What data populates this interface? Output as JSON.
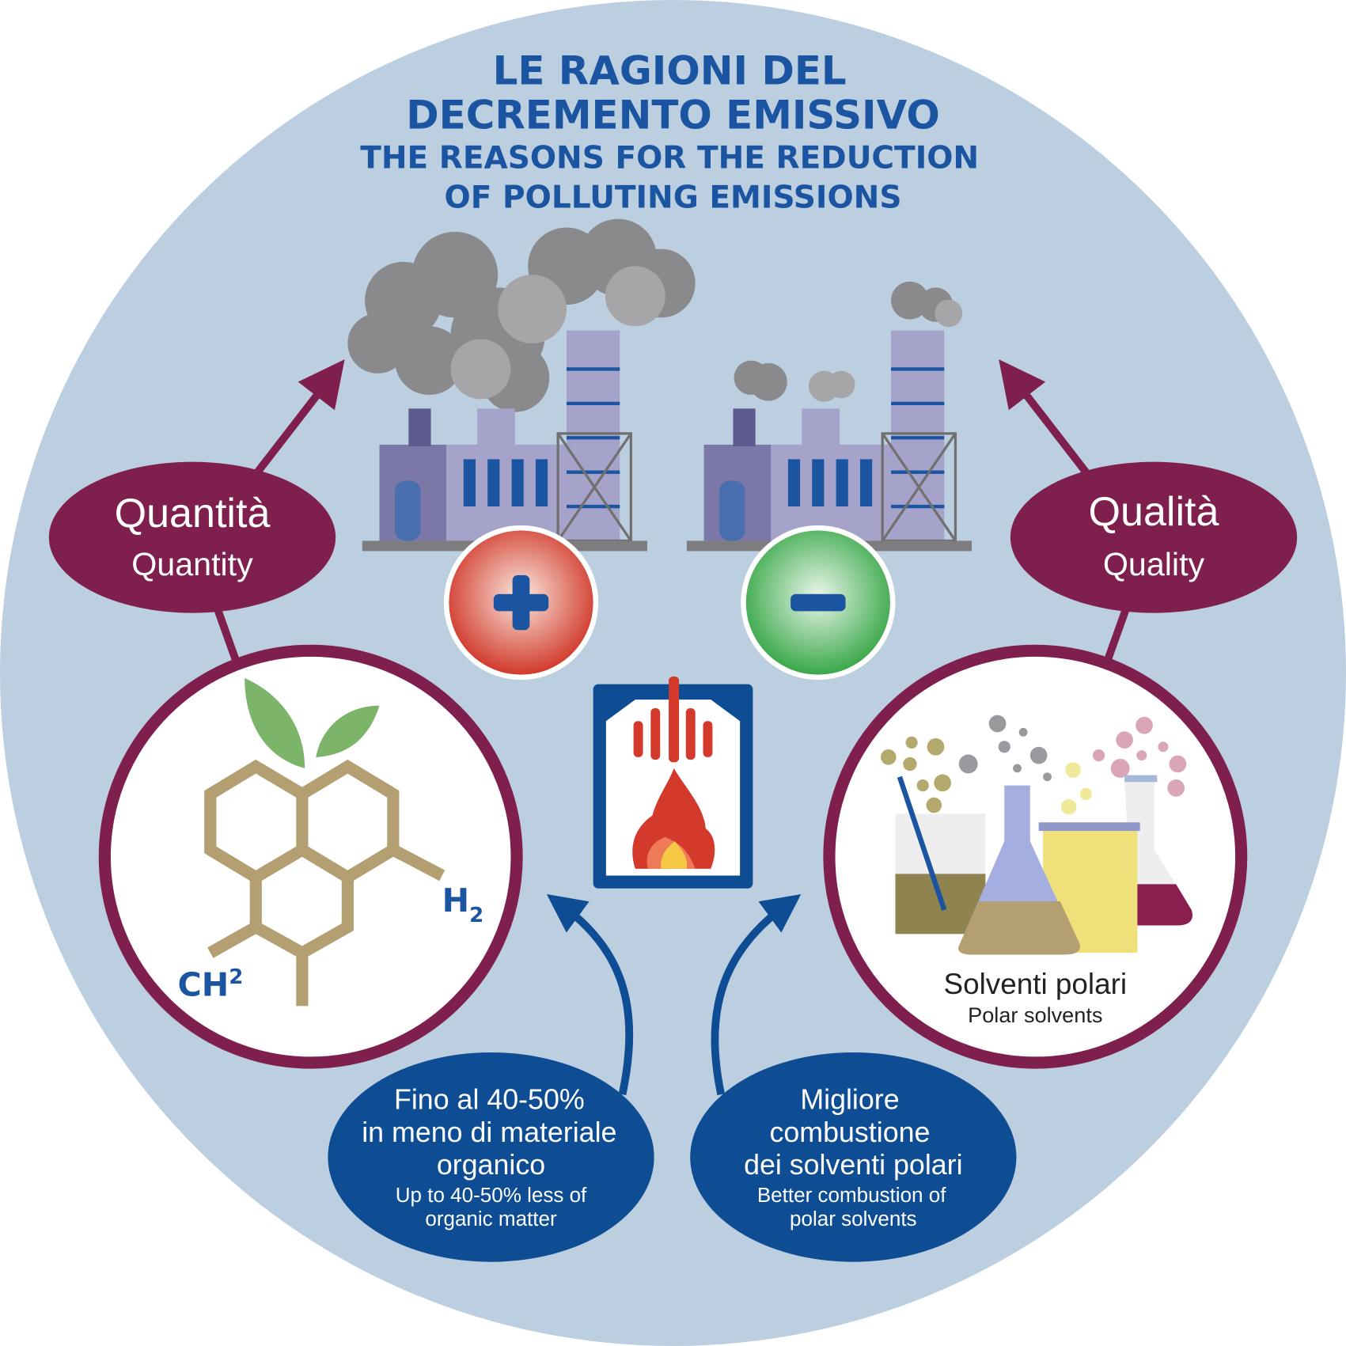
{
  "title": {
    "it_line1": "LE RAGIONI DEL",
    "it_line2": "DECREMENTO EMISSIVO",
    "en_line1": "THE REASONS FOR THE REDUCTION",
    "en_line2": "OF POLLUTING EMISSIONS"
  },
  "quantity": {
    "it": "Quantità",
    "en": "Quantity"
  },
  "quality": {
    "it": "Qualità",
    "en": "Quality"
  },
  "signs": {
    "plus": "+",
    "minus": "−"
  },
  "molecule": {
    "h2": "H",
    "h2_sub": "2",
    "ch2": "CH",
    "ch2_sup": "2"
  },
  "solvents": {
    "it": "Solventi polari",
    "en": "Polar solvents"
  },
  "left_bubble": {
    "it_lines": [
      "Fino al 40-50%",
      "in meno di materiale",
      "organico"
    ],
    "en_lines": [
      "Up to 40-50% less of",
      "organic matter"
    ]
  },
  "right_bubble": {
    "it_lines": [
      "Migliore",
      "combustione",
      "dei solventi polari"
    ],
    "en_lines": [
      "Better combustion of",
      "polar solvents"
    ]
  },
  "colors": {
    "background": "#bccfe0",
    "title": "#1b54a0",
    "maroon": "#7f1f4e",
    "navy": "#0e4c93",
    "molecule": "#b39f72"
  }
}
